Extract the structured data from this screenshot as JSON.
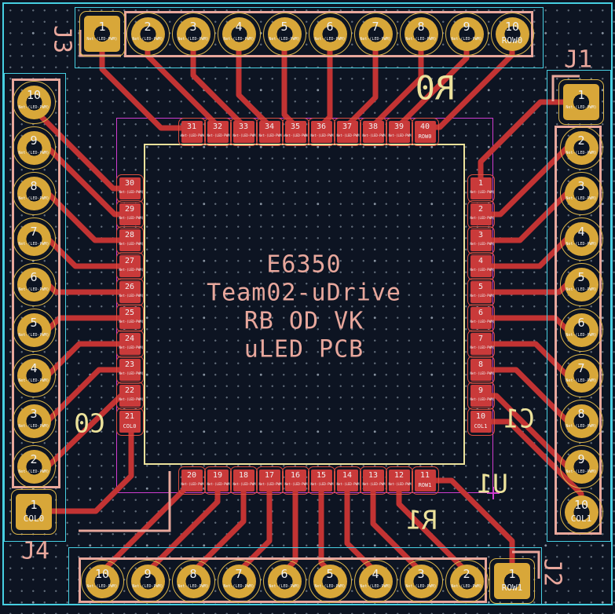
{
  "app": {
    "view": "pcb-layout-canvas"
  },
  "silkscreen": {
    "title_lines": [
      "E6350",
      "Team02-uDrive",
      "RB OD VK",
      "uLED PCB"
    ]
  },
  "refs_front": {
    "j1": "J1",
    "j2": "J2",
    "j3": "J3",
    "j4": "J4"
  },
  "refs_back": {
    "r0": "R0",
    "c1": "C1",
    "u1": "U1",
    "r1": "R1",
    "c0": "C0"
  },
  "nets": {
    "generic": "Net-(LED-PWM)",
    "row0": "ROW0",
    "row1": "ROW1",
    "col0": "COL0",
    "col1": "COL1"
  },
  "footprints": {
    "j3": {
      "ref": "J3",
      "pads_ltr": [
        "1",
        "2",
        "3",
        "4",
        "5",
        "6",
        "7",
        "8",
        "9",
        "10"
      ],
      "named": {
        "10": "ROW0"
      },
      "square_pad": "1"
    },
    "j1": {
      "ref": "J1",
      "pads_ttb": [
        "1",
        "2",
        "3",
        "4",
        "5",
        "6",
        "7",
        "8",
        "9",
        "10"
      ],
      "named": {
        "10": "COL1"
      },
      "square_pad": "1"
    },
    "j4": {
      "ref": "J4",
      "pads_ttb": [
        "10",
        "9",
        "8",
        "7",
        "6",
        "5",
        "4",
        "3",
        "2",
        "1"
      ],
      "named": {
        "1": "COL0"
      },
      "square_pad": "1"
    },
    "j2": {
      "ref": "J2",
      "pads_ltr": [
        "10",
        "9",
        "8",
        "7",
        "6",
        "5",
        "4",
        "3",
        "2",
        "1"
      ],
      "named": {
        "1": "ROW1"
      },
      "square_pad": "1"
    },
    "u1": {
      "ref": "U1",
      "pads_top": [
        "31",
        "32",
        "33",
        "34",
        "35",
        "36",
        "37",
        "38",
        "39",
        "40"
      ],
      "pads_right": [
        "1",
        "2",
        "3",
        "4",
        "5",
        "6",
        "7",
        "8",
        "9",
        "10"
      ],
      "pads_bottom_ltr": [
        "20",
        "19",
        "18",
        "17",
        "16",
        "15",
        "14",
        "13",
        "12",
        "11"
      ],
      "pads_left_ttb": [
        "30",
        "29",
        "28",
        "27",
        "26",
        "25",
        "24",
        "23",
        "22",
        "21"
      ],
      "named": {
        "40": "ROW0",
        "10": "COL1",
        "11": "ROW1",
        "21": "COL0"
      },
      "generic_net": "Net-(LED-PWM)"
    }
  },
  "colors": {
    "background": "#0d1422",
    "grid_dot": "#5f6a78",
    "grid_major": "#8893a1",
    "copper_trace": "#c23333",
    "smd_pad": "#c93a3a",
    "pad_gold": "#d8a739",
    "pad_ring": "#d9b44a",
    "silkscreen_pink": "#e8a79c",
    "fab_yellow": "#ece29b",
    "courtyard_magenta": "#cf3ccf",
    "edge_cyan": "#46cfe2",
    "pad_number_text": "#f0f0f0",
    "net_text": "#d8dbdf"
  }
}
